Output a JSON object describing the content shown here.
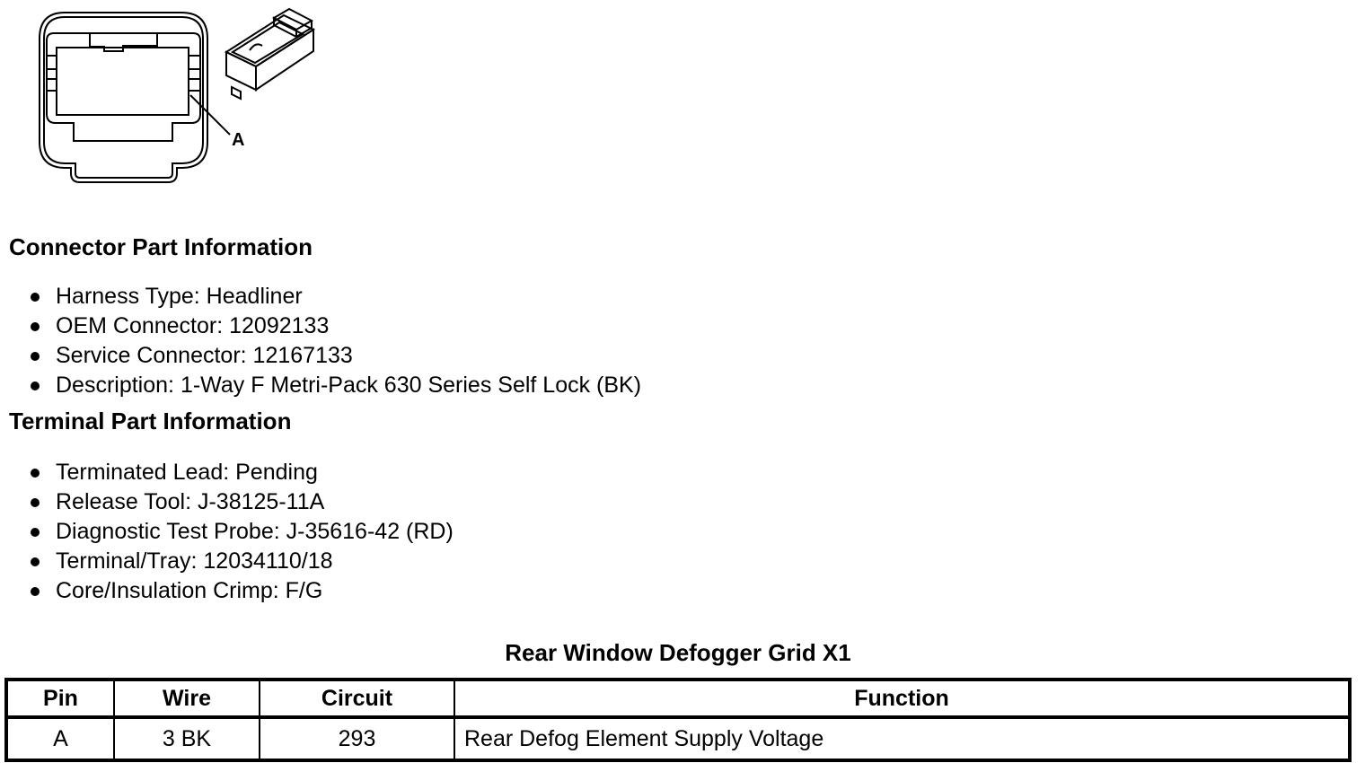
{
  "figure": {
    "callout_label": "A"
  },
  "connector_section": {
    "heading": "Connector Part Information",
    "items": [
      "Harness Type: Headliner",
      "OEM Connector: 12092133",
      "Service Connector: 12167133",
      "Description: 1-Way F Metri-Pack 630 Series Self Lock (BK)"
    ]
  },
  "terminal_section": {
    "heading": "Terminal Part Information",
    "items": [
      "Terminated Lead: Pending",
      "Release Tool: J-38125-11A",
      "Diagnostic Test Probe: J-35616-42 (RD)",
      "Terminal/Tray: 12034110/18",
      "Core/Insulation Crimp: F/G"
    ]
  },
  "pinout_table": {
    "title": "Rear Window Defogger Grid X1",
    "headers": [
      "Pin",
      "Wire",
      "Circuit",
      "Function"
    ],
    "rows": [
      [
        "A",
        "3 BK",
        "293",
        "Rear Defog Element Supply Voltage"
      ]
    ]
  },
  "colors": {
    "ink": "#000000",
    "paper": "#ffffff"
  }
}
